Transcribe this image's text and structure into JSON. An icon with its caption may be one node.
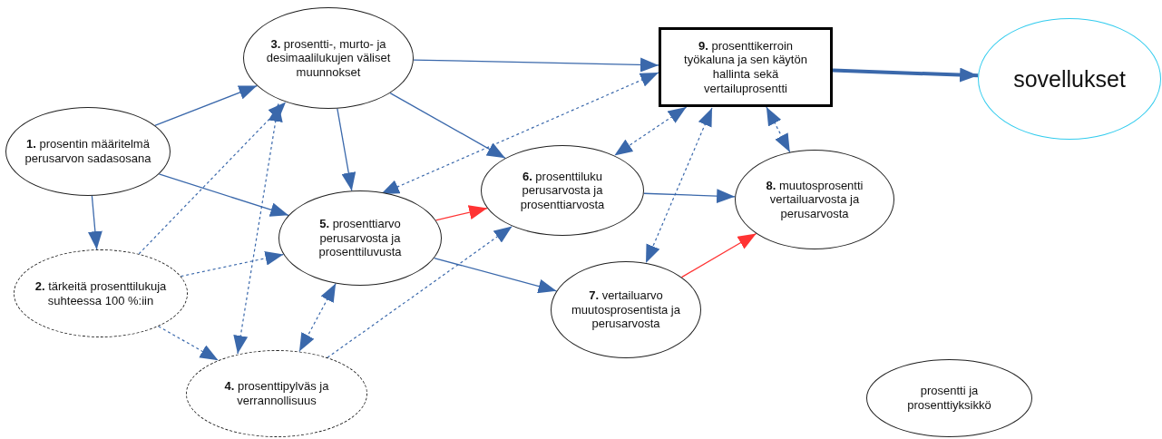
{
  "diagram": {
    "nodes": [
      {
        "text": [
          "**3.** prosentti-, murto- ja desimaalilukujen väliset muunnokset"
        ]
      },
      {
        "text": [
          "**9.** prosenttikerroin työkaluna ja sen käytön hallinta sekä vertailuprosentti"
        ]
      },
      {
        "text": [
          "sovellukset"
        ]
      },
      {
        "text": [
          "**1.** prosentin määritelmä perusarvon sadasosana"
        ]
      },
      {
        "text": [
          "**6.** prosenttiluku perusarvosta ja prosenttiarvosta"
        ]
      },
      {
        "text": [
          "**8.** muutosprosentti vertailuarvosta ja perusarvosta"
        ]
      },
      {
        "text": [
          "**5.** prosenttiarvo perusarvosta ja prosenttiluvusta"
        ]
      },
      {
        "text": [
          "**2.** tärkeitä prosenttilukuja suhteessa 100 %:iin"
        ]
      },
      {
        "text": [
          "**7.** vertailuarvo muutosprosentista ja perusarvosta"
        ]
      },
      {
        "text": [
          "**4.** prosenttipylväs ja verrannollisuus"
        ]
      },
      {
        "text": [
          "prosentti ja prosenttiyksikkö"
        ]
      }
    ],
    "edges": [
      {
        "from": 0,
        "to": 1,
        "arrow": "to"
      },
      {
        "from": 1,
        "to": 2,
        "arrow": "to",
        "style": "thick"
      },
      {
        "from": 3,
        "to": 0,
        "arrow": "to"
      },
      {
        "from": 3,
        "to": 6,
        "arrow": "to"
      },
      {
        "from": 3,
        "to": 7,
        "arrow": "to"
      },
      {
        "from": 0,
        "to": 6,
        "arrow": "to"
      },
      {
        "from": 0,
        "to": 4,
        "arrow": "to"
      },
      {
        "from": 7,
        "to": 0,
        "arrow": "to",
        "style": "dashed"
      },
      {
        "from": 9,
        "to": 0,
        "arrow": "both",
        "style": "dashed"
      },
      {
        "from": 7,
        "to": 6,
        "arrow": "to",
        "style": "dashed"
      },
      {
        "from": 7,
        "to": 9,
        "arrow": "to",
        "style": "dashed"
      },
      {
        "from": 6,
        "to": 9,
        "arrow": "both",
        "style": "dashed"
      },
      {
        "from": 9,
        "to": 4,
        "arrow": "to",
        "style": "dashed"
      },
      {
        "from": 6,
        "to": 4,
        "arrow": "to",
        "color": "#ff3333"
      },
      {
        "from": 6,
        "to": 8,
        "arrow": "to"
      },
      {
        "from": 4,
        "to": 5,
        "arrow": "to"
      },
      {
        "from": 8,
        "to": 5,
        "arrow": "to",
        "color": "#ff3333"
      },
      {
        "from": 1,
        "to": 6,
        "arrow": "both",
        "style": "dashed"
      },
      {
        "from": 1,
        "to": 4,
        "arrow": "both",
        "style": "dashed"
      },
      {
        "from": 1,
        "to": 8,
        "arrow": "both",
        "style": "dashed"
      },
      {
        "from": 1,
        "to": 5,
        "arrow": "both",
        "style": "dashed"
      }
    ]
  }
}
